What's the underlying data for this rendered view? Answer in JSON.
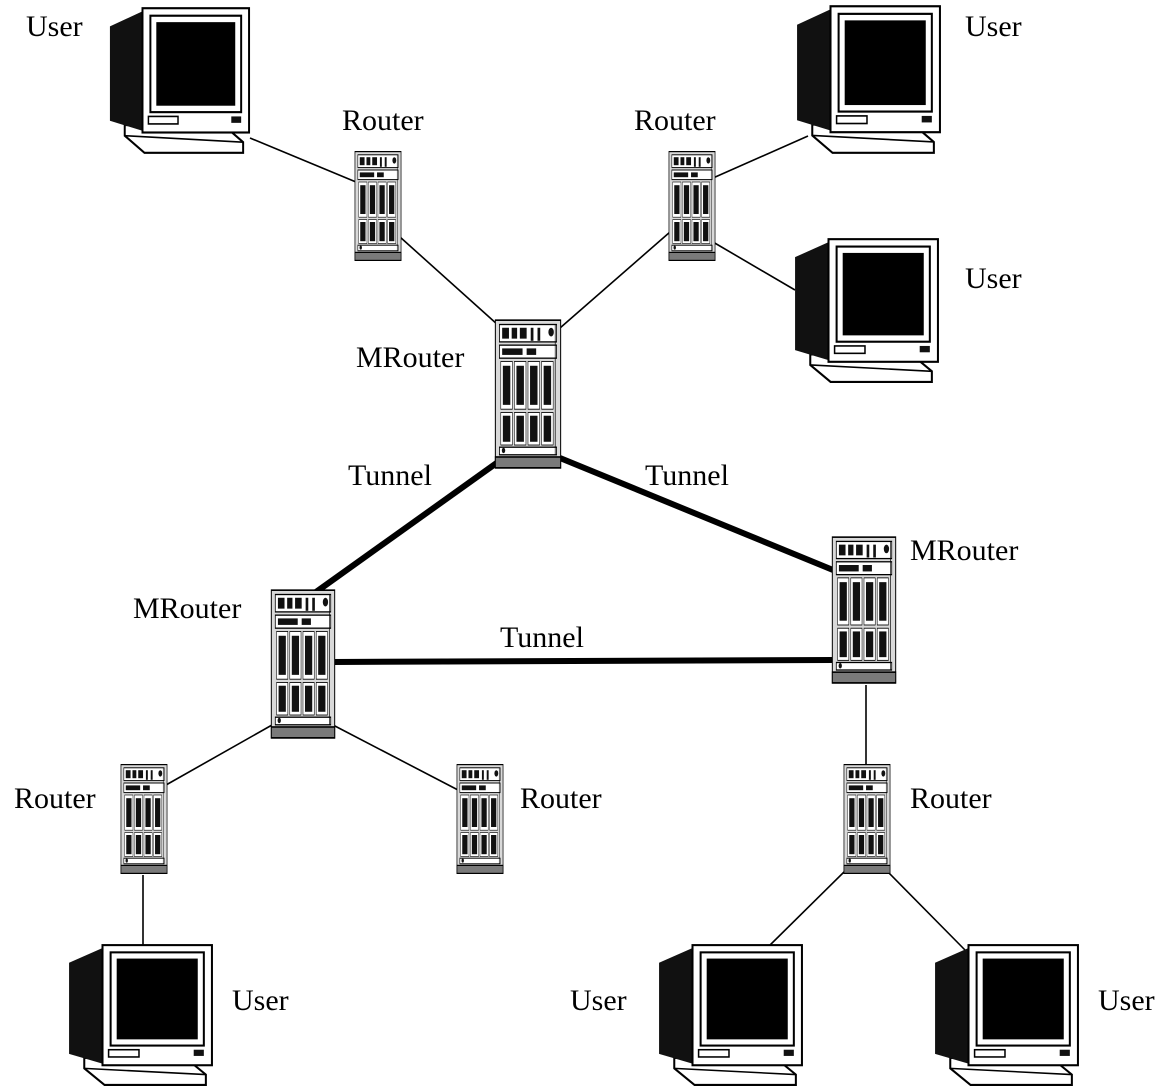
{
  "labels": {
    "user": "User",
    "router": "Router",
    "mrouter": "MRouter",
    "tunnel": "Tunnel"
  }
}
